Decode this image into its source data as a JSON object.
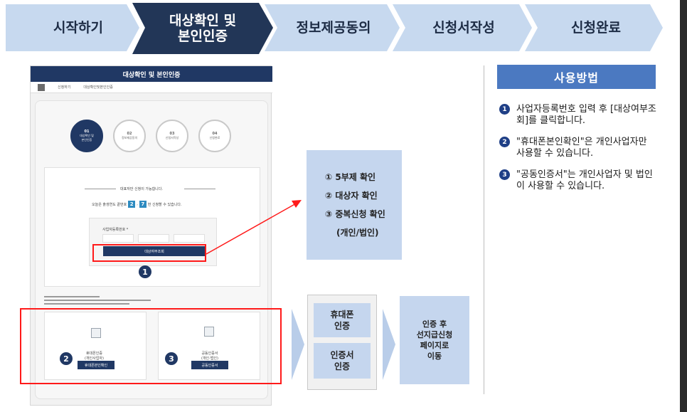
{
  "steps": [
    {
      "label": "시작하기",
      "active": false
    },
    {
      "label": "대상확인 및\n본인인증",
      "active": true
    },
    {
      "label": "정보제공동의",
      "active": false
    },
    {
      "label": "신청서작성",
      "active": false
    },
    {
      "label": "신청완료",
      "active": false
    }
  ],
  "colors": {
    "step_inactive": "#c7d9ef",
    "step_active": "#223657",
    "flow_box": "#c5d6ee",
    "usage_header": "#4b79c1",
    "badge": "#1f3f86",
    "highlight": "#ff1a1a"
  },
  "mock": {
    "header": "대상확인 및 본인인증",
    "breadcrumb": [
      "신청하기",
      "대상확인및본인인증"
    ],
    "circles": [
      {
        "n": "01",
        "t": "대상확인 및\n본인인증"
      },
      {
        "n": "02",
        "t": "정보제공동의"
      },
      {
        "n": "03",
        "t": "신청서작성"
      },
      {
        "n": "04",
        "t": "신청완료"
      }
    ],
    "notice": "대표자만 신청이 가능합니다.",
    "today_prefix": "오늘은 출생연도 끝번호",
    "today_n1": "2",
    "today_n2": "7",
    "today_suffix": "번 신청할 수 있습니다.",
    "bizno_label": "사업자등록번호 *",
    "check_button": "대상여부조회",
    "phone_button": "휴대폰본인확인",
    "cert_button": "공동인증서",
    "phone_caption": "휴대폰인증\n(개인사업자)",
    "cert_caption": "공동인증서\n(개인·법인)"
  },
  "badges": {
    "b1": "1",
    "b2": "2",
    "b3": "3"
  },
  "checklist": [
    "① 5부제 확인",
    "② 대상자 확인",
    "③ 중복신청 확인",
    "(개인/법인)"
  ],
  "auth": {
    "phone": "휴대폰\n인증",
    "cert": "인증서\n인증",
    "result": "인증 후\n선지급신청\n페이지로\n이동"
  },
  "usage": {
    "title": "사용방법",
    "items": [
      {
        "num": "1",
        "text": "사업자등록번호 입력 후 [대상여부조회]를 클릭합니다."
      },
      {
        "num": "2",
        "text": "\"휴대폰본인확인\"은 개인사업자만 사용할 수 있습니다."
      },
      {
        "num": "3",
        "text": "\"공동인증서\"는 개인사업자 및 법인이 사용할 수 있습니다."
      }
    ]
  }
}
